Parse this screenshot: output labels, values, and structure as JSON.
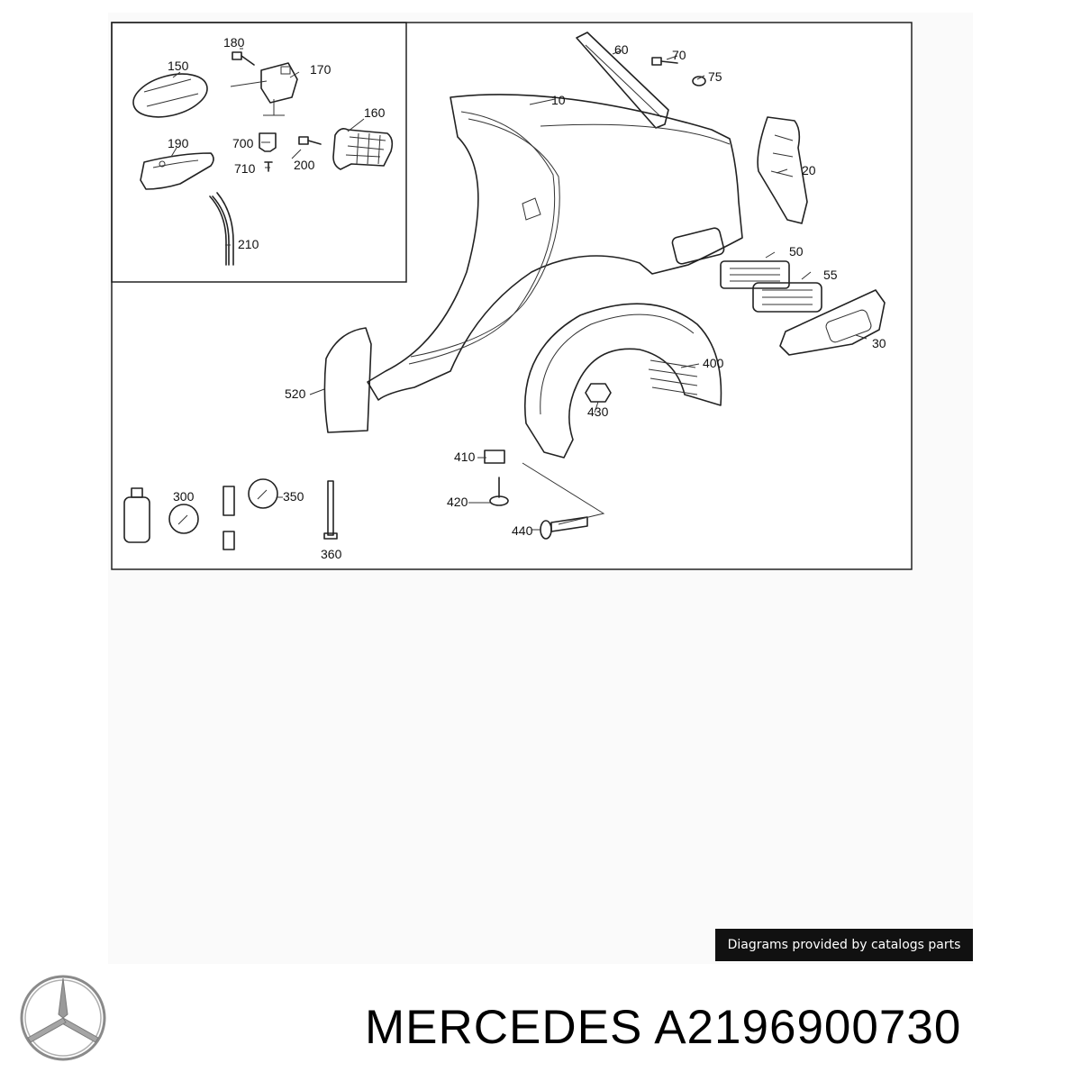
{
  "labels": {
    "l10": "10",
    "l20": "20",
    "l30": "30",
    "l50": "50",
    "l55": "55",
    "l60": "60",
    "l70": "70",
    "l75": "75",
    "l150": "150",
    "l160": "160",
    "l170": "170",
    "l180": "180",
    "l190": "190",
    "l200": "200",
    "l210": "210",
    "l300": "300",
    "l350": "350",
    "l360": "360",
    "l400": "400",
    "l410": "410",
    "l420": "420",
    "l430": "430",
    "l440": "440",
    "l520": "520",
    "l700": "700",
    "l710": "710"
  },
  "credit": "Diagrams provided by catalogs parts",
  "footer": {
    "brand": "MERCEDES",
    "part_number": "A2196900730",
    "logo_icon": "mercedes-star-icon"
  },
  "colors": {
    "line": "#222222",
    "credit_bg": "#111111",
    "logo": "#8a8a8a"
  }
}
